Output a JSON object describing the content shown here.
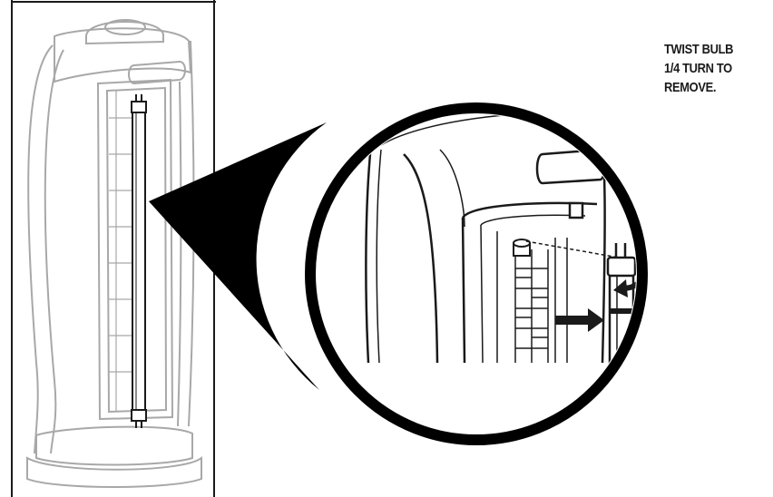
{
  "instruction": {
    "lines": [
      "TWIST BULB",
      "1/4 TURN TO",
      "REMOVE."
    ]
  },
  "colors": {
    "line": "#1a1a1a",
    "light_line": "#a8a8a8",
    "callout_fill": "#000000",
    "background": "#ffffff"
  },
  "illustration": {
    "overview": "air-purifier-tower",
    "detail": "uv-bulb-removal-closeup",
    "icons": [
      "rotation-arrow-icon",
      "pull-out-arrow-icon"
    ]
  }
}
